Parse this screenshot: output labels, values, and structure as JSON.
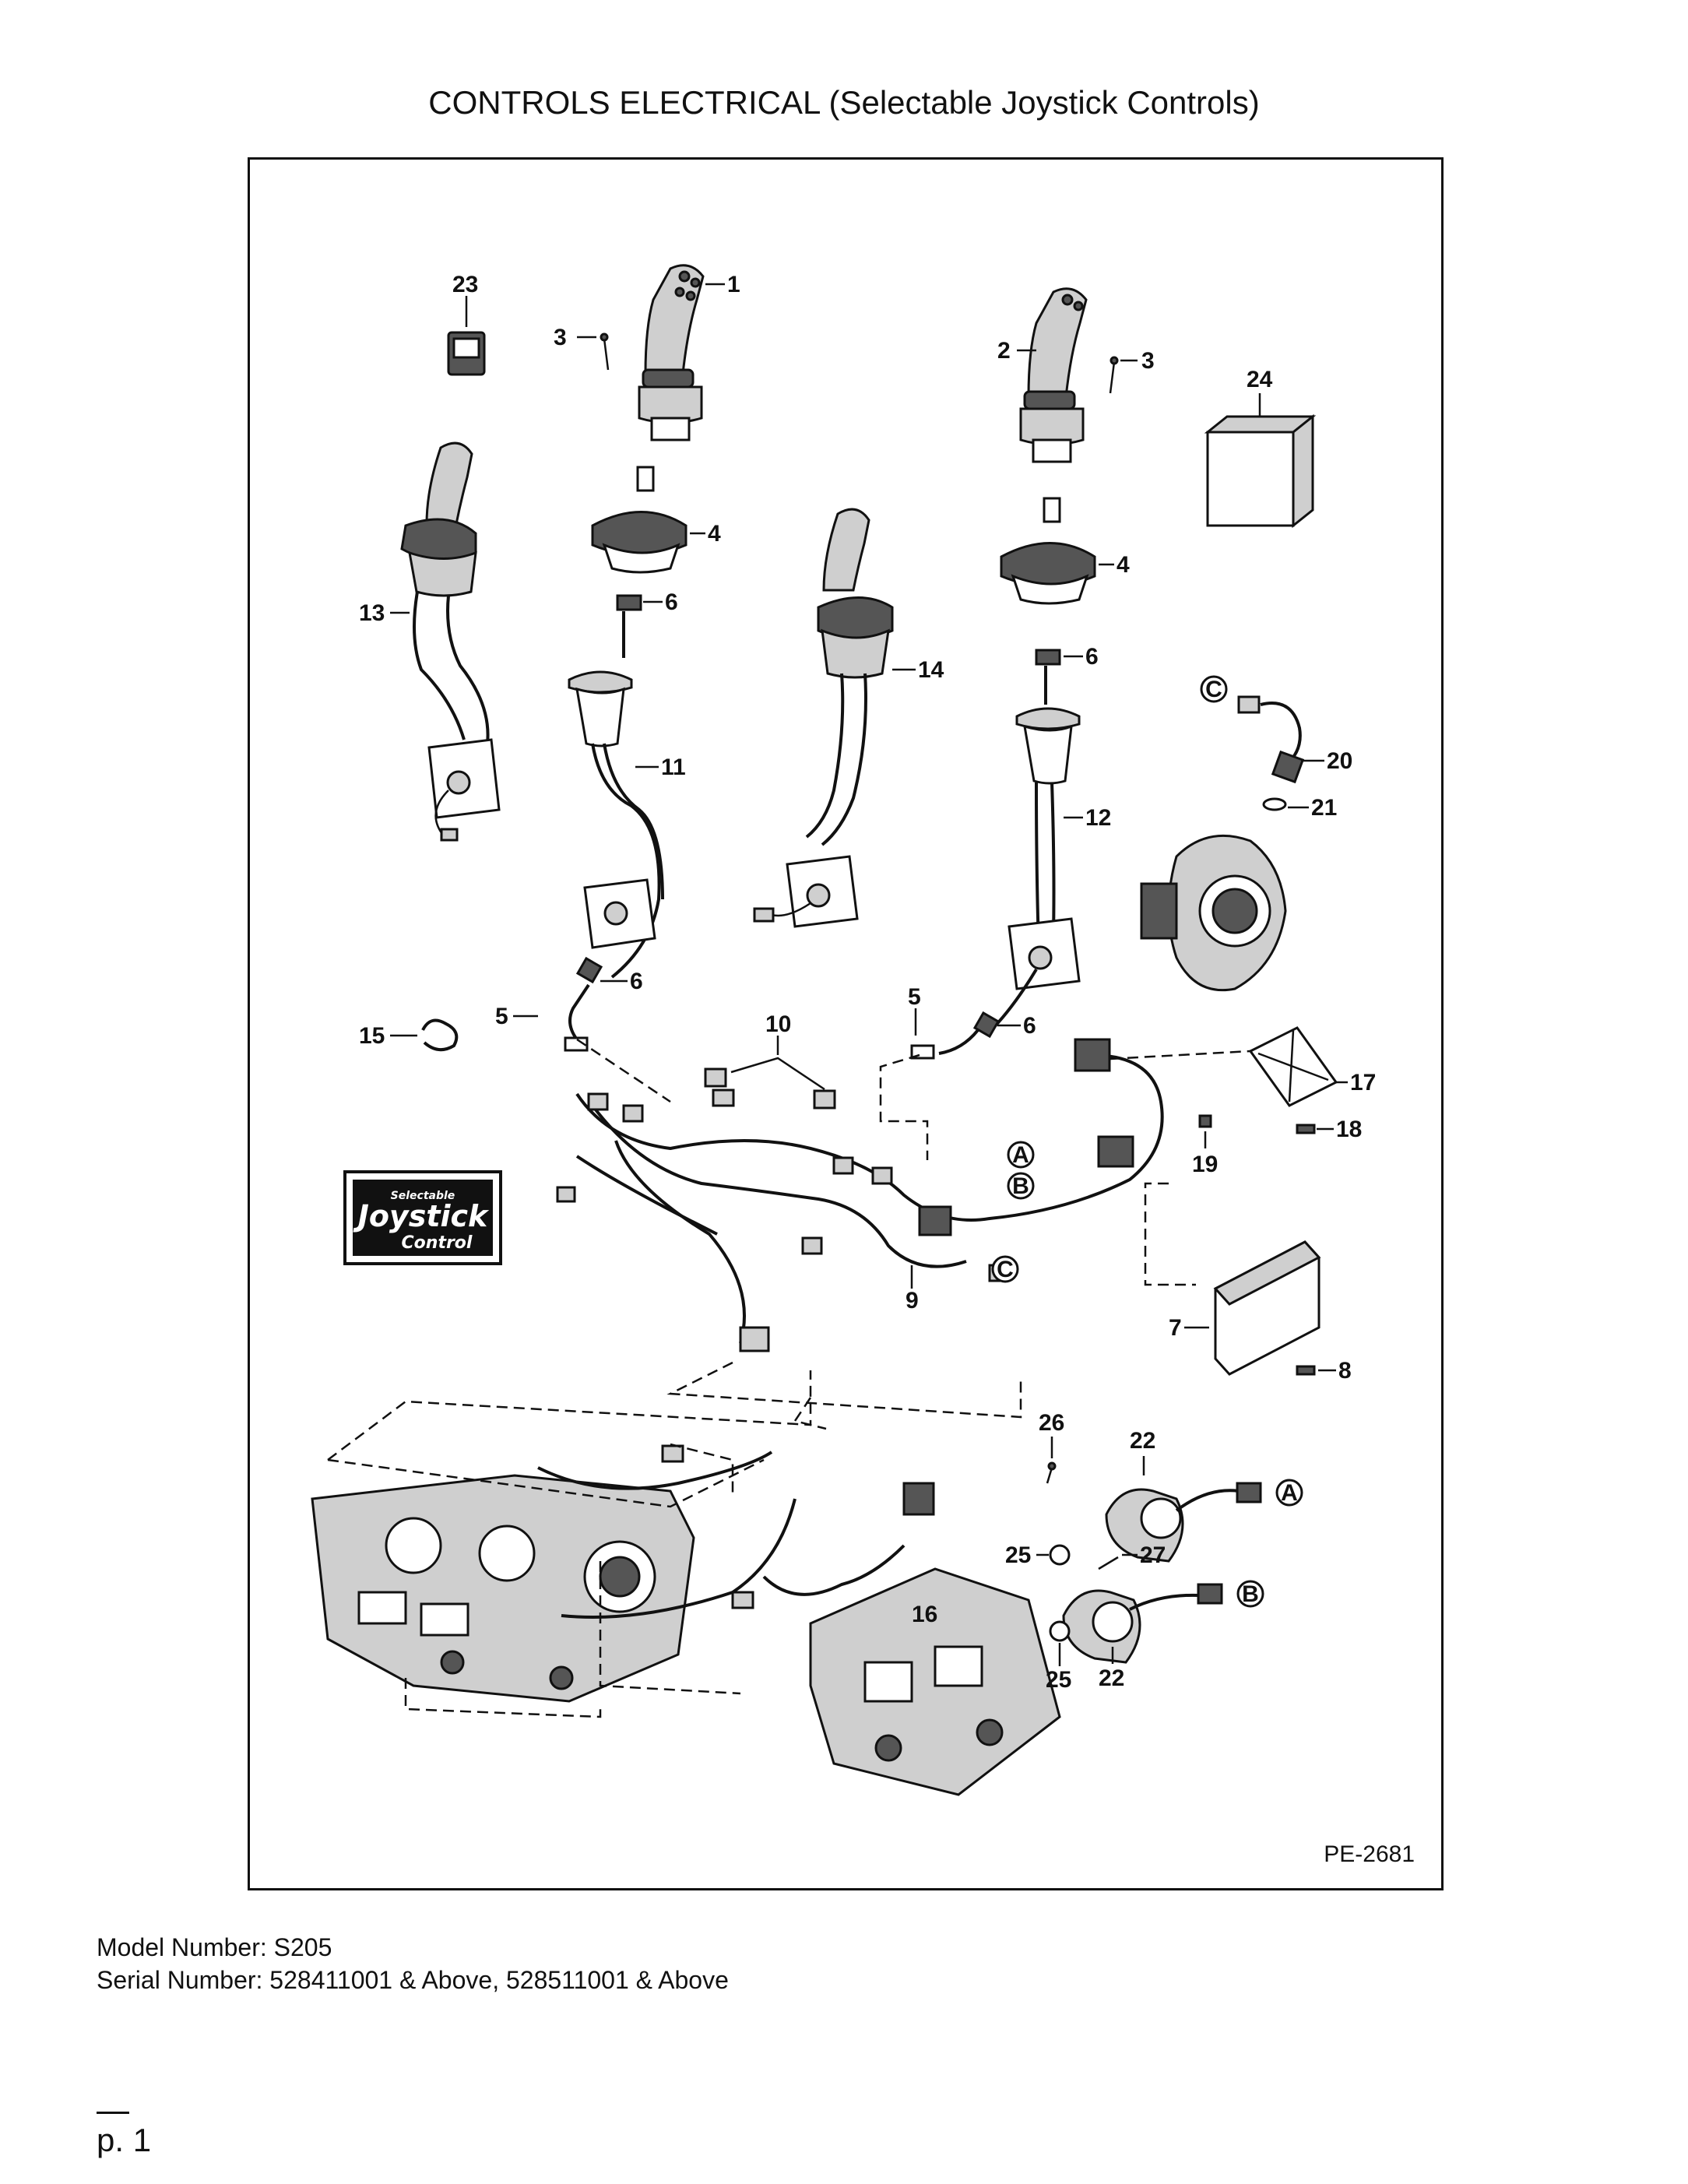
{
  "title": "CONTROLS ELECTRICAL (Selectable Joystick Controls)",
  "figure_code": "PE-2681",
  "callouts": {
    "c1": "1",
    "c2": "2",
    "c3a": "3",
    "c3b": "3",
    "c4a": "4",
    "c4b": "4",
    "c5a": "5",
    "c5b": "5",
    "c6a": "6",
    "c6b": "6",
    "c6c": "6",
    "c6d": "6",
    "c7": "7",
    "c8": "8",
    "c9": "9",
    "c10": "10",
    "c11": "11",
    "c12": "12",
    "c13": "13",
    "c14": "14",
    "c15": "15",
    "c16": "16",
    "c17": "17",
    "c18": "18",
    "c19": "19",
    "c20": "20",
    "c21": "21",
    "c22a": "22",
    "c22b": "22",
    "c23": "23",
    "c24": "24",
    "c25a": "25",
    "c25b": "25",
    "c26": "26",
    "c27": "27"
  },
  "connectors": {
    "a1": "A",
    "a2": "A",
    "b1": "B",
    "b2": "B",
    "cc1": "C",
    "cc2": "C"
  },
  "logo": {
    "line1": "Selectable",
    "line2": "Joystick",
    "line3": "Control"
  },
  "footer": {
    "model": "Model Number: S205",
    "serial": "Serial Number: 528411001 & Above, 528511001 & Above"
  },
  "page": {
    "number": "p. 1"
  }
}
